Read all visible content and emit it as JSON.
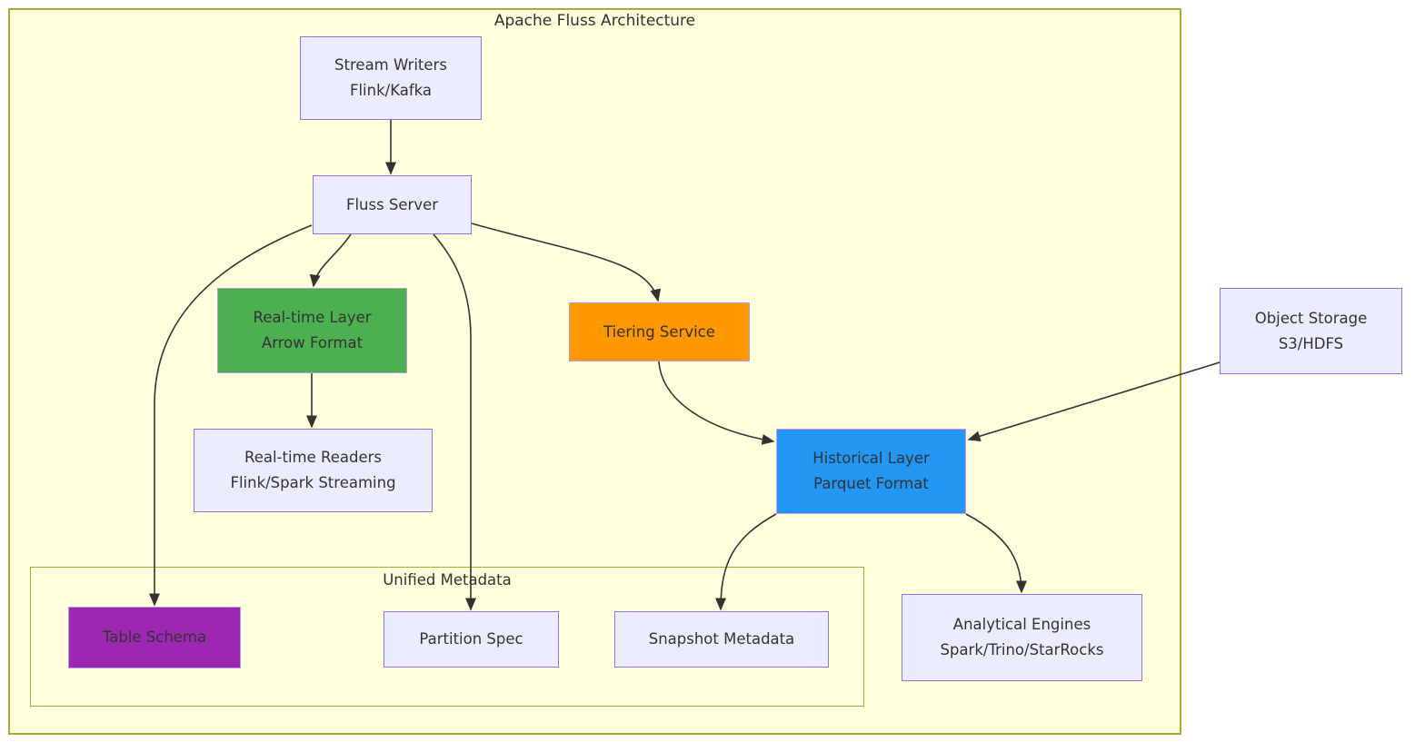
{
  "diagram": {
    "title": "Apache Fluss Architecture",
    "subgraph_label": "Unified Metadata"
  },
  "nodes": {
    "stream_writers": {
      "line1": "Stream Writers",
      "line2": "Flink/Kafka"
    },
    "fluss_server": {
      "line1": "Fluss Server"
    },
    "realtime_layer": {
      "line1": "Real-time Layer",
      "line2": "Arrow Format"
    },
    "tiering_service": {
      "line1": "Tiering Service"
    },
    "realtime_readers": {
      "line1": "Real-time Readers",
      "line2": "Flink/Spark Streaming"
    },
    "historical_layer": {
      "line1": "Historical Layer",
      "line2": "Parquet Format"
    },
    "object_storage": {
      "line1": "Object Storage",
      "line2": "S3/HDFS"
    },
    "table_schema": {
      "line1": "Table Schema"
    },
    "partition_spec": {
      "line1": "Partition Spec"
    },
    "snapshot_metadata": {
      "line1": "Snapshot Metadata"
    },
    "analytical_engines": {
      "line1": "Analytical Engines",
      "line2": "Spark/Trino/StarRocks"
    }
  },
  "edges": [
    {
      "from": "Stream Writers",
      "to": "Fluss Server"
    },
    {
      "from": "Fluss Server",
      "to": "Real-time Layer"
    },
    {
      "from": "Fluss Server",
      "to": "Tiering Service"
    },
    {
      "from": "Fluss Server",
      "to": "Table Schema"
    },
    {
      "from": "Fluss Server",
      "to": "Partition Spec"
    },
    {
      "from": "Real-time Layer",
      "to": "Real-time Readers"
    },
    {
      "from": "Tiering Service",
      "to": "Historical Layer"
    },
    {
      "from": "Object Storage",
      "to": "Historical Layer"
    },
    {
      "from": "Historical Layer",
      "to": "Snapshot Metadata"
    },
    {
      "from": "Historical Layer",
      "to": "Analytical Engines"
    }
  ],
  "colors": {
    "background": "#FFFFFF",
    "container_fill": "#FFFFDE",
    "container_border": "#AAAA33",
    "node_fill_lavender": "#ECECFF",
    "node_border_lavender": "#9370DB",
    "colored_node_border": "#B39DDB",
    "blue_node_border": "#E393DD",
    "green": "#4CAF50",
    "orange": "#FF9800",
    "blue": "#2196F3",
    "purple": "#9C27B0",
    "edge": "#333333",
    "text": "#333333"
  }
}
